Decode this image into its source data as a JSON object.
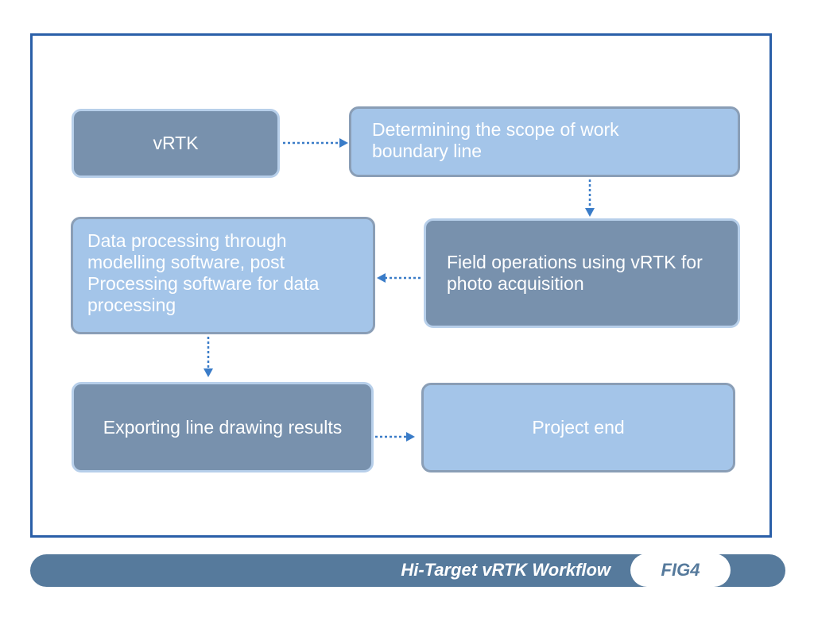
{
  "diagram": {
    "nodes": {
      "vrtk": "vRTK",
      "scope": "Determining the scope of work boundary line",
      "field": "Field operations using vRTK for photo acquisition",
      "processing": "Data processing through modelling software, post Processing software for data processing",
      "exporting": "Exporting line drawing results",
      "end": "Project end"
    }
  },
  "footer": {
    "title": "Hi-Target vRTK Workflow",
    "fig_label": "FIG4"
  },
  "colors": {
    "frame": "#2a5fa8",
    "dark_box": "#7891ad",
    "light_box": "#a4c5e9",
    "arrow": "#3a7cc8",
    "footer_bar": "#567a9c"
  }
}
